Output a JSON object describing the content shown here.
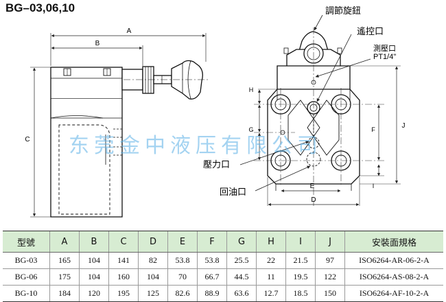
{
  "title": "BG–03,06,10",
  "labels": {
    "knob": "調節旋鈕",
    "remote": "遙控口",
    "gauge": "測壓口",
    "gauge_thread": "PT1/4\"",
    "pressure": "壓力口",
    "return": "回油口"
  },
  "dims": {
    "A": "A",
    "B": "B",
    "C": "C",
    "D": "D",
    "E": "E",
    "F": "F",
    "G": "G",
    "H": "H",
    "I": "I",
    "J": "J"
  },
  "watermark": "东莞金中液压有限公司",
  "table": {
    "headers": [
      "型號",
      "A",
      "B",
      "C",
      "D",
      "E",
      "F",
      "G",
      "H",
      "I",
      "J",
      "安裝面規格"
    ],
    "rows": [
      [
        "BG-03",
        "165",
        "104",
        "141",
        "82",
        "53.8",
        "53.8",
        "25.5",
        "22",
        "21.5",
        "97",
        "ISO6264-AR-06-2-A"
      ],
      [
        "BG-06",
        "175",
        "104",
        "160",
        "104",
        "70",
        "66.7",
        "44.5",
        "11",
        "19.5",
        "122",
        "ISO6264-AS-08-2-A"
      ],
      [
        "BG-10",
        "184",
        "120",
        "195",
        "125",
        "82.6",
        "88.9",
        "63.6",
        "12.7",
        "18.5",
        "150",
        "ISO6264-AF-10-2-A"
      ]
    ]
  }
}
